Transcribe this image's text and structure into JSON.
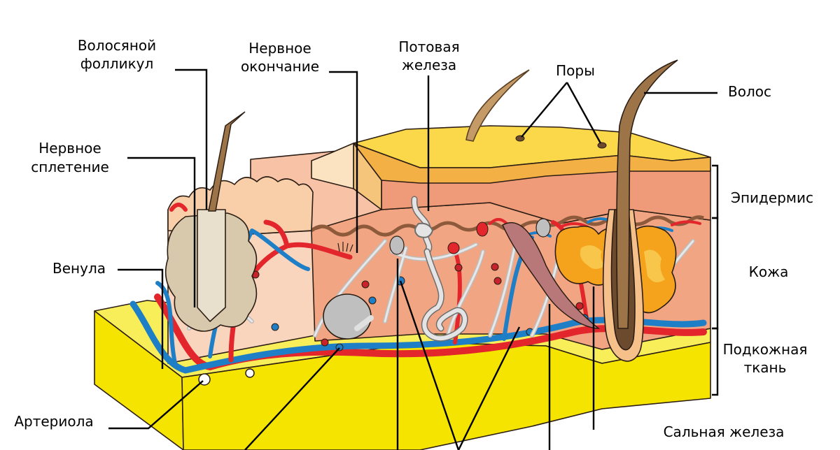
{
  "title": "",
  "labels": {
    "hair_follicle": [
      "Волосяной",
      "фолликул"
    ],
    "nerve_ending": [
      "Нервное",
      "окончание"
    ],
    "sweat_gland": [
      "Потовая",
      "железа"
    ],
    "pores": "Поры",
    "hair": "Волос",
    "nerve_plexus": [
      "Нервное",
      "сплетение"
    ],
    "epidermis": "Эпидермис",
    "venule": "Венула",
    "dermis": "Кожа",
    "subcutaneous": [
      "Подкожная",
      "ткань"
    ],
    "arteriole": "Артериола",
    "sebaceous_gland": "Сальная железа"
  },
  "colors": {
    "fat_yellow": "#f4e400",
    "epidermis_yellow": "#fbd84a",
    "stratum_orange": "#f2b045",
    "dermis_salmon": "#f2a583",
    "cut_face_light": "#fad5bd",
    "artery_red": "#e3262c",
    "vein_blue": "#1f7fc6",
    "nerve_gray": "#e2e2e2",
    "hair_brown": "#9c7448",
    "follicle_tan": "#d8c9ac",
    "sebaceous_orange": "#f5a21c",
    "muscle_mauve": "#b8787a"
  }
}
